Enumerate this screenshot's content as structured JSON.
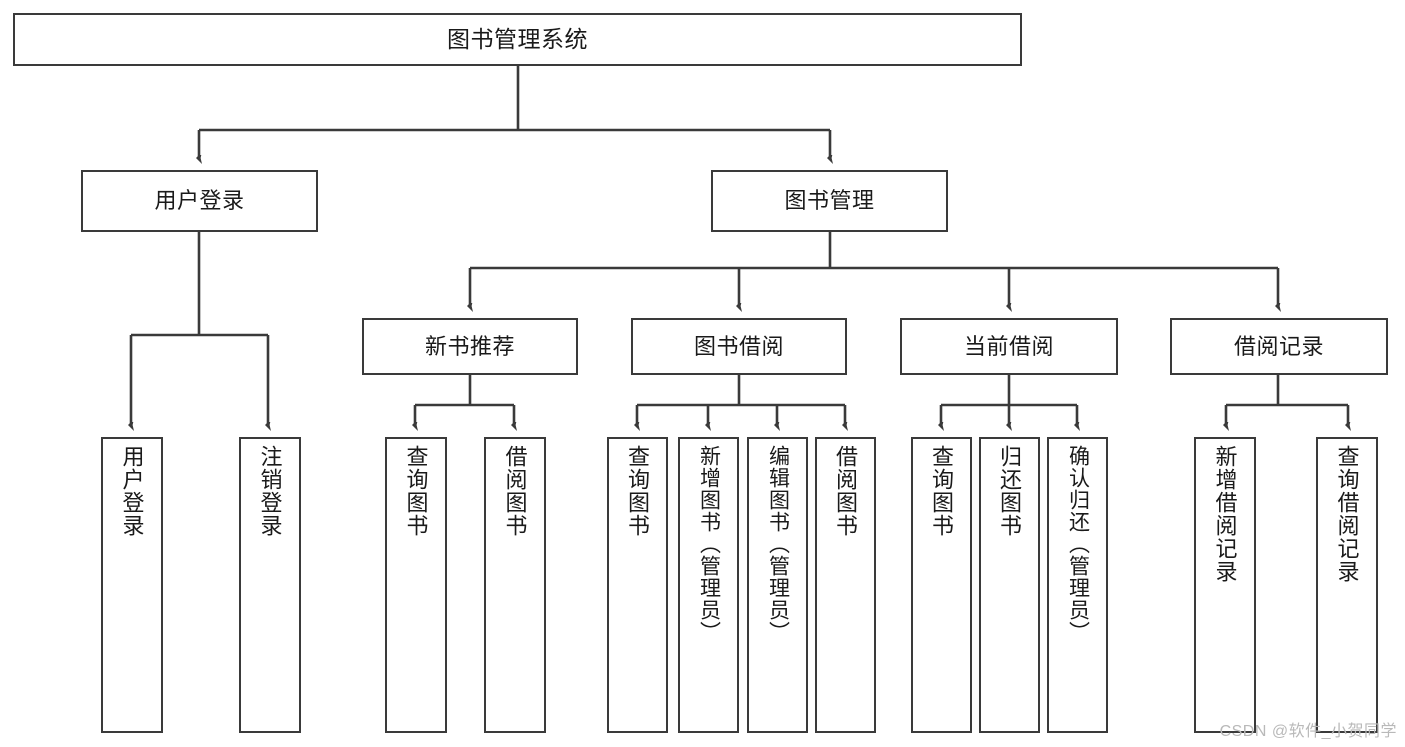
{
  "diagram": {
    "title": "图书管理系统",
    "root": {
      "label": "图书管理系统"
    },
    "level1": [
      {
        "label": "用户登录"
      },
      {
        "label": "图书管理"
      }
    ],
    "level2": [
      {
        "label": "新书推荐"
      },
      {
        "label": "图书借阅"
      },
      {
        "label": "当前借阅"
      },
      {
        "label": "借阅记录"
      }
    ],
    "leaves": {
      "user_login": [
        {
          "label": "用户登录"
        },
        {
          "label": "注销登录"
        }
      ],
      "new_book_recommend": [
        {
          "label": "查询图书"
        },
        {
          "label": "借阅图书"
        }
      ],
      "book_borrow": [
        {
          "label": "查询图书"
        },
        {
          "label": "新增图书（管理员）"
        },
        {
          "label": "编辑图书（管理员）"
        },
        {
          "label": "借阅图书"
        }
      ],
      "current_borrow": [
        {
          "label": "查询图书"
        },
        {
          "label": "归还图书"
        },
        {
          "label": "确认归还（管理员）"
        }
      ],
      "borrow_record": [
        {
          "label": "新增借阅记录"
        },
        {
          "label": "查询借阅记录"
        }
      ]
    }
  },
  "watermark": {
    "text": "CSDN @软件_小贺同学"
  },
  "colors": {
    "border": "#3a3a3a",
    "background": "#ffffff",
    "text": "#1a1a1a",
    "watermark": "#b9b9b9"
  }
}
